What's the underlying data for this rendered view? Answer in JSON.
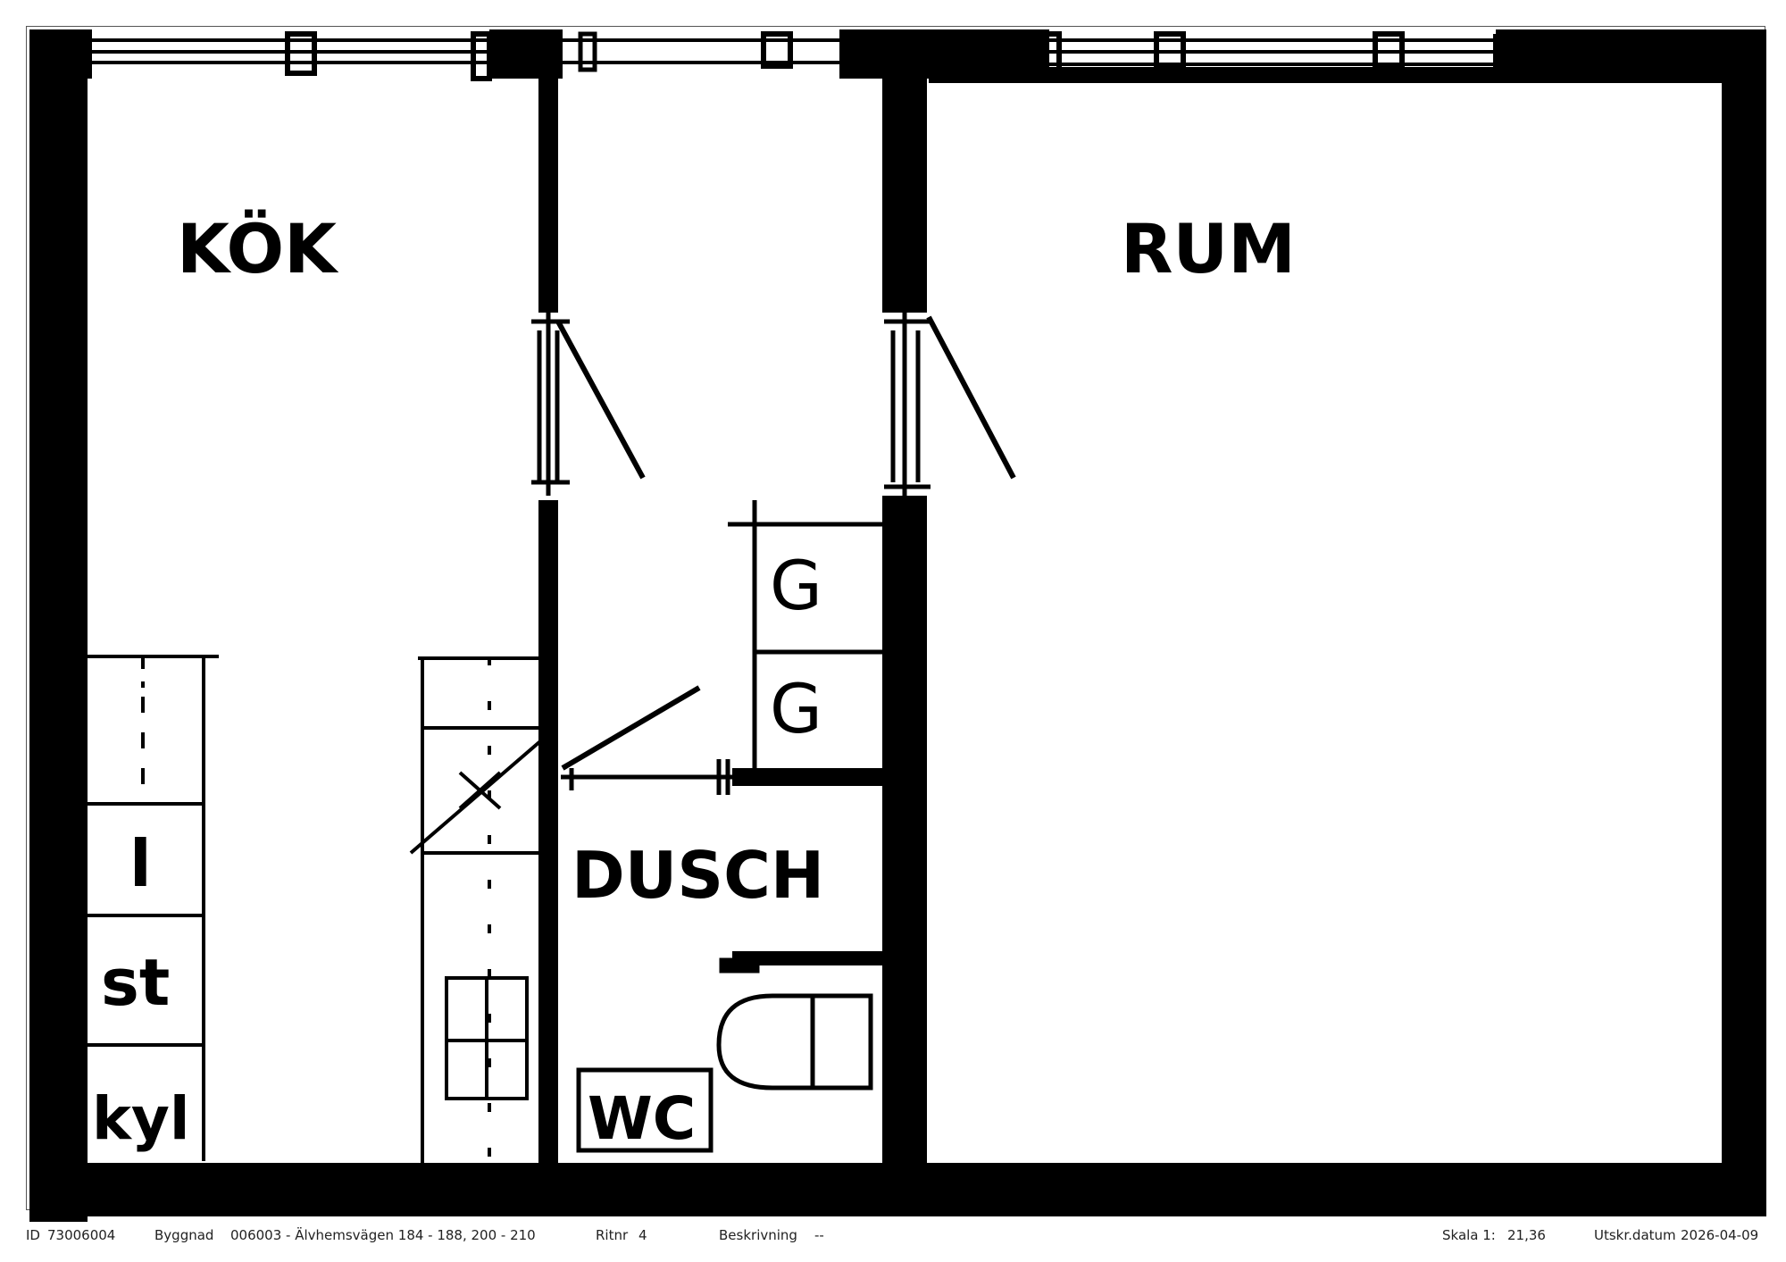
{
  "plan": {
    "rooms": {
      "kitchen": "KÖK",
      "room": "RUM",
      "shower": "DUSCH",
      "wc": "WC"
    },
    "fixtures": {
      "washer_top": "G",
      "washer_bottom": "G",
      "counter_l": "l",
      "stove": "st",
      "fridge": "kyl"
    }
  },
  "footer": {
    "id_label": "ID",
    "id_value": "73006004",
    "building_label": "Byggnad",
    "building_value": "006003 - Älvhemsvägen 184 - 188, 200 - 210",
    "drawing_label": "Ritnr",
    "drawing_value": "4",
    "description_label": "Beskrivning",
    "description_value": "--",
    "scale_label": "Skala 1:",
    "scale_value": "21,36",
    "print_date_label": "Utskr.datum",
    "print_date_value": "2026-04-09"
  }
}
